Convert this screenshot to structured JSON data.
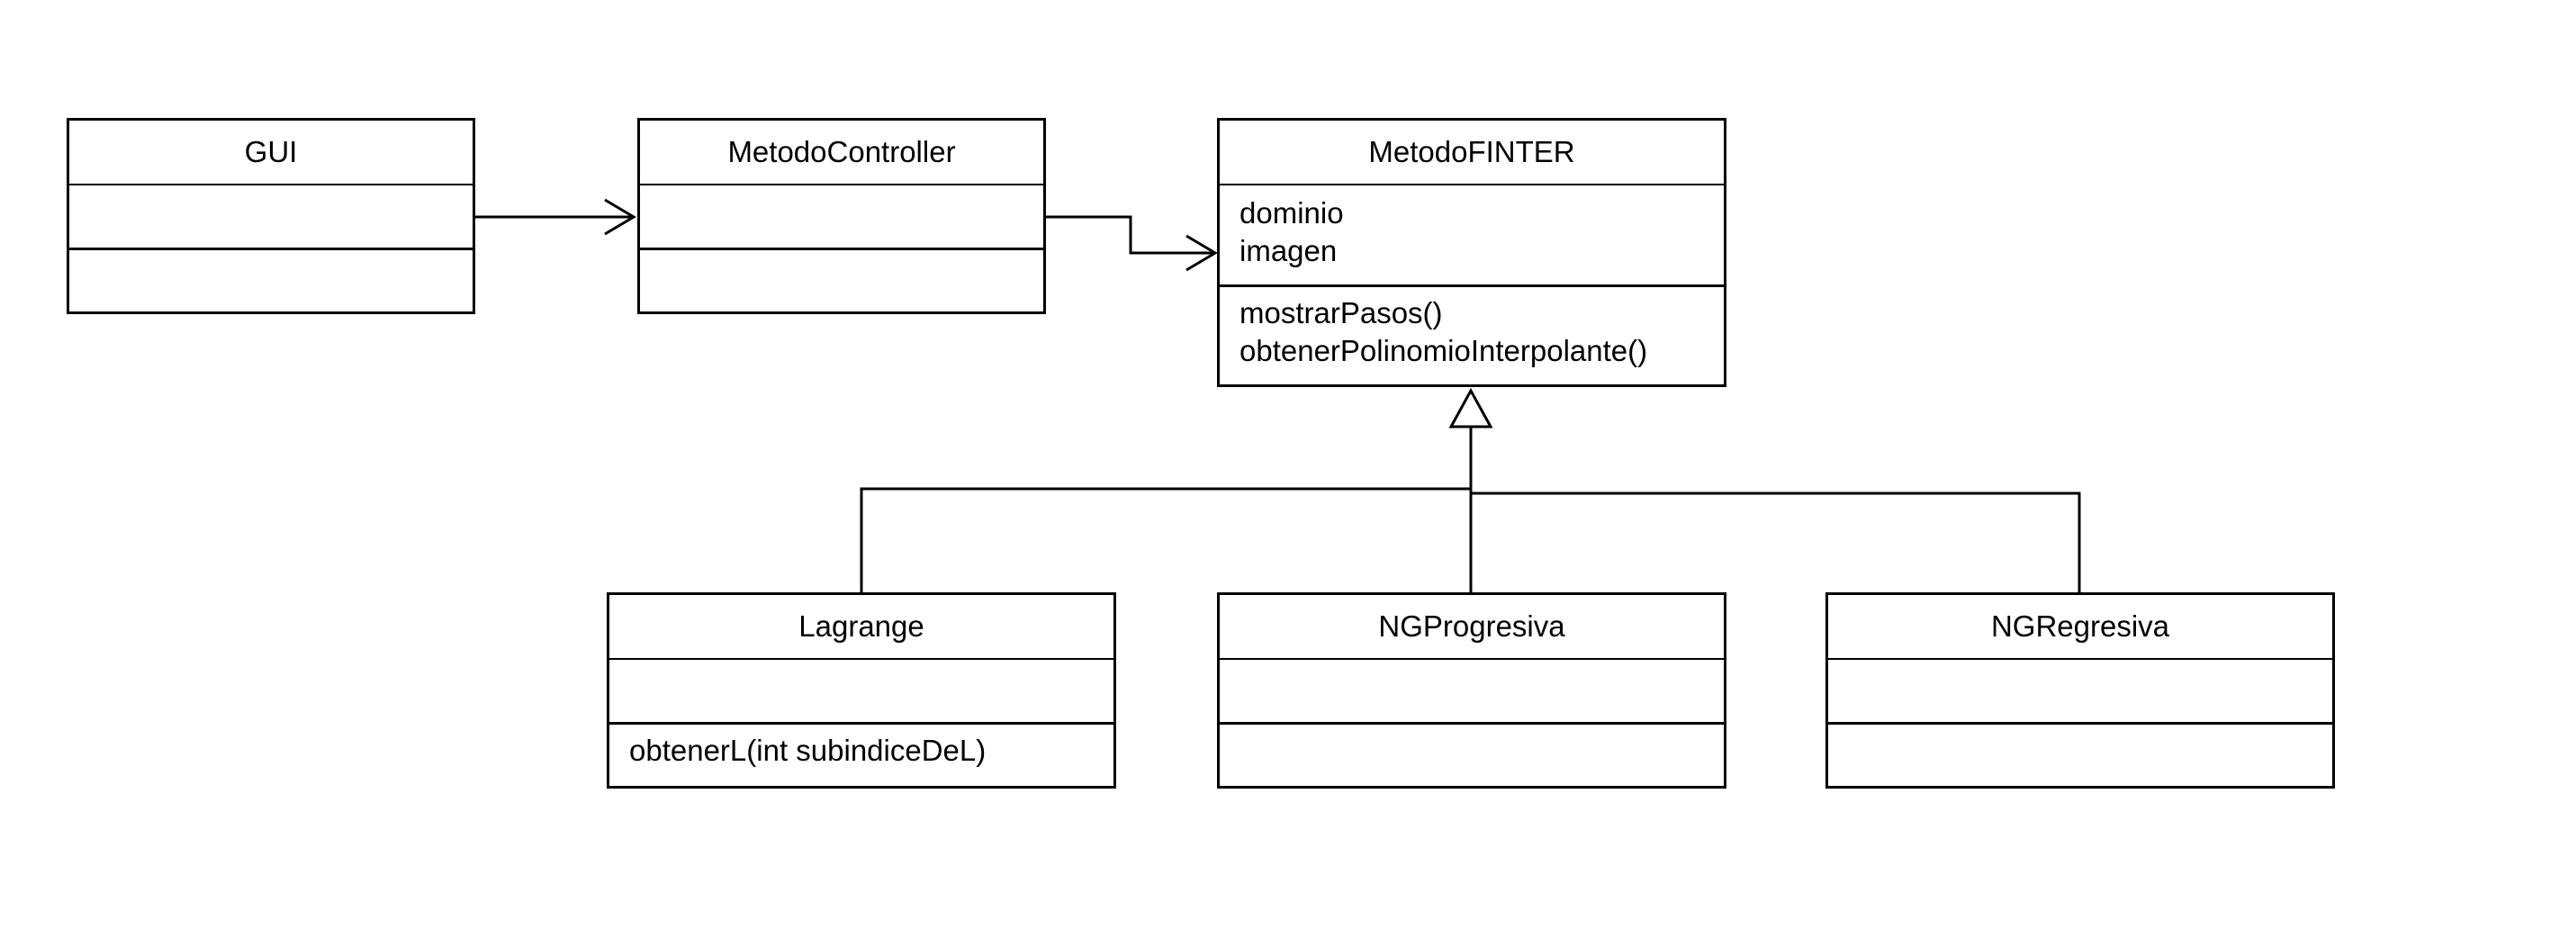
{
  "diagram": {
    "classes": {
      "gui": {
        "name": "GUI",
        "attributes": [],
        "operations": []
      },
      "controller": {
        "name": "MetodoController",
        "attributes": [],
        "operations": []
      },
      "finter": {
        "name": "MetodoFINTER",
        "attributes": [
          "dominio",
          "imagen"
        ],
        "operations": [
          "mostrarPasos()",
          "obtenerPolinomioInterpolante()"
        ]
      },
      "lagrange": {
        "name": "Lagrange",
        "attributes": [],
        "operations": [
          "obtenerL(int subindiceDeL)"
        ]
      },
      "ngprogresiva": {
        "name": "NGProgresiva",
        "attributes": [],
        "operations": []
      },
      "ngregresiva": {
        "name": "NGRegresiva",
        "attributes": [],
        "operations": []
      }
    },
    "relations": [
      {
        "type": "association",
        "from": "GUI",
        "to": "MetodoController"
      },
      {
        "type": "association",
        "from": "MetodoController",
        "to": "MetodoFINTER"
      },
      {
        "type": "generalization",
        "from": "Lagrange",
        "to": "MetodoFINTER"
      },
      {
        "type": "generalization",
        "from": "NGProgresiva",
        "to": "MetodoFINTER"
      },
      {
        "type": "generalization",
        "from": "NGRegresiva",
        "to": "MetodoFINTER"
      }
    ]
  }
}
